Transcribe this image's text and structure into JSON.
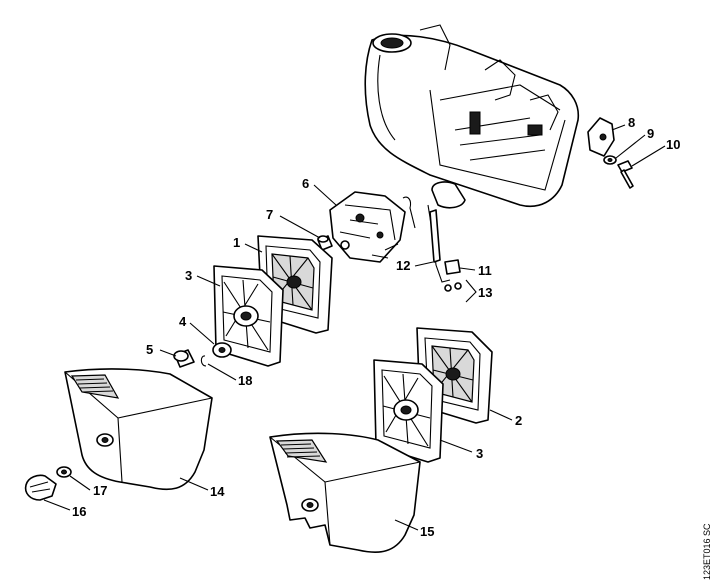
{
  "diagram": {
    "drawing_code": "123ET016 SC",
    "callouts": [
      {
        "id": "c1",
        "label": "1"
      },
      {
        "id": "c2",
        "label": "2"
      },
      {
        "id": "c3a",
        "label": "3"
      },
      {
        "id": "c3b",
        "label": "3"
      },
      {
        "id": "c4",
        "label": "4"
      },
      {
        "id": "c5",
        "label": "5"
      },
      {
        "id": "c6",
        "label": "6"
      },
      {
        "id": "c7",
        "label": "7"
      },
      {
        "id": "c8",
        "label": "8"
      },
      {
        "id": "c9",
        "label": "9"
      },
      {
        "id": "c10",
        "label": "10"
      },
      {
        "id": "c11",
        "label": "11"
      },
      {
        "id": "c12",
        "label": "12"
      },
      {
        "id": "c13",
        "label": "13"
      },
      {
        "id": "c14",
        "label": "14"
      },
      {
        "id": "c15",
        "label": "15"
      },
      {
        "id": "c16",
        "label": "16"
      },
      {
        "id": "c17",
        "label": "17"
      },
      {
        "id": "c18",
        "label": "18"
      }
    ]
  }
}
